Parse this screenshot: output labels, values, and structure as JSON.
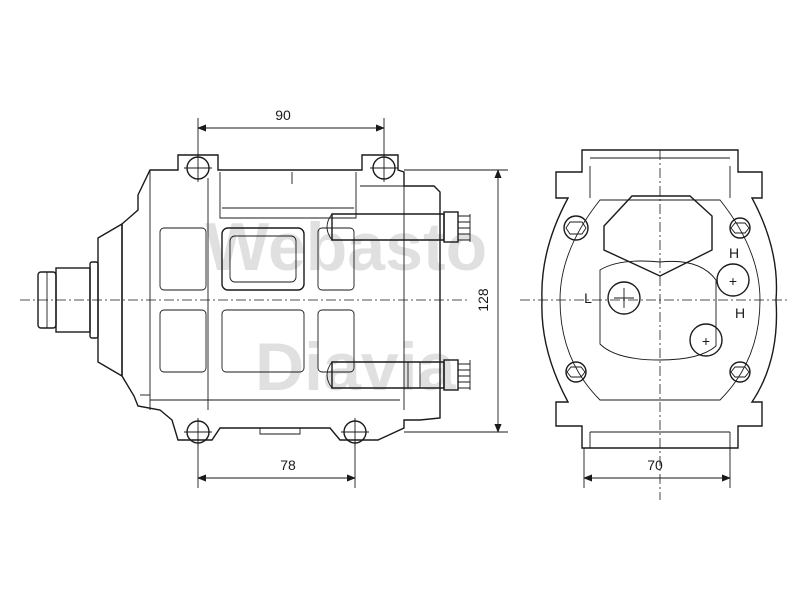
{
  "dimensions": {
    "top_width": "90",
    "bottom_width": "78",
    "height": "128",
    "end_width": "70"
  },
  "watermark": {
    "line1": "Webasto",
    "line2": "Diavia"
  },
  "port_labels": {
    "left": "L",
    "right_top": "H",
    "right_bottom": "H",
    "plus": "+"
  }
}
